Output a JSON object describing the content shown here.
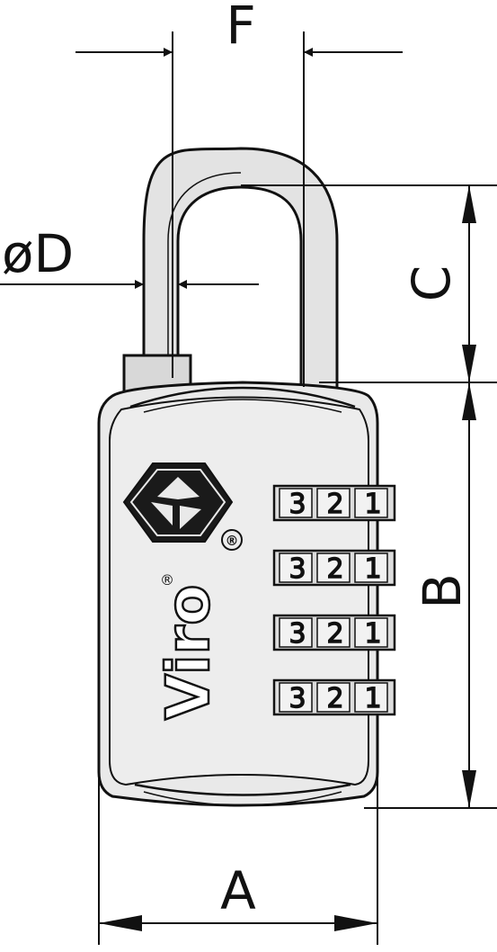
{
  "dimensions": {
    "width_label": "A",
    "body_height_label": "B",
    "shackle_clearance_label": "C",
    "shackle_diameter_label": "øD",
    "shackle_spacing_label": "F"
  },
  "lock": {
    "brand": "Viro",
    "registered_mark": "®",
    "dial_rows": [
      [
        "3",
        "2",
        "1"
      ],
      [
        "3",
        "2",
        "1"
      ],
      [
        "3",
        "2",
        "1"
      ],
      [
        "3",
        "2",
        "1"
      ]
    ]
  },
  "colors": {
    "line": "#111111",
    "body_fill": "#e9e9e9",
    "shackle_fill": "#e3e3e3",
    "logo_dark": "#1a1a1a",
    "background": "#ffffff"
  }
}
